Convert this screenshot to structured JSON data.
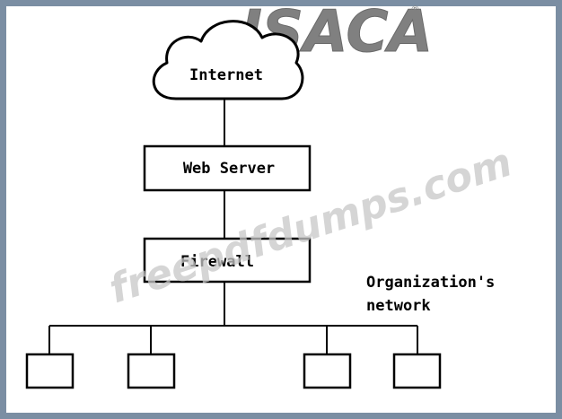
{
  "diagram": {
    "logo": {
      "text": "ISACA",
      "mark": "®"
    },
    "watermark": "freepdfdumps.com",
    "nodes": {
      "internet": "Internet",
      "web_server": "Web Server",
      "firewall": "Firewall"
    },
    "network_label": {
      "line1": "Organization's",
      "line2": "network"
    }
  },
  "colors": {
    "frame": "#7b8ea3",
    "ink": "#000000",
    "watermark": "#c7c7c7",
    "logo": "#808080"
  }
}
